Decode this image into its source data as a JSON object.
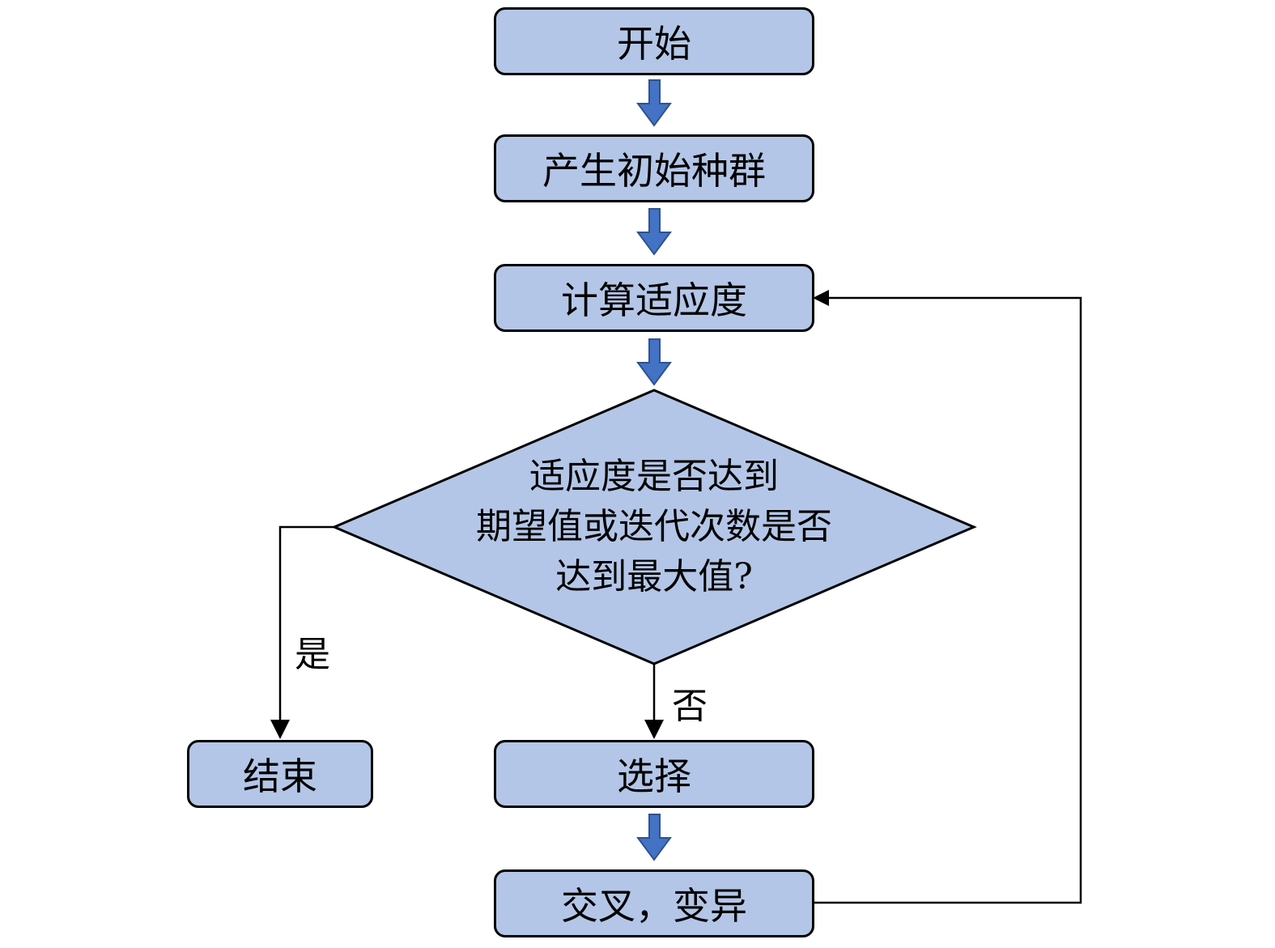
{
  "diagram": {
    "type": "flowchart",
    "colors": {
      "node_fill": "#b4c6e7",
      "node_border": "#000000",
      "arrow_fill": "#4472c4",
      "arrow_stroke": "#2f528f",
      "line": "#000000"
    },
    "nodes": {
      "start": "开始",
      "init": "产生初始种群",
      "fitness": "计算适应度",
      "decision_lines": [
        "适应度是否达到",
        "期望值或迭代次数是否",
        "达到最大值?"
      ],
      "end": "结束",
      "select": "选择",
      "crossover": "交叉，变异"
    },
    "edge_labels": {
      "yes": "是",
      "no": "否"
    }
  }
}
